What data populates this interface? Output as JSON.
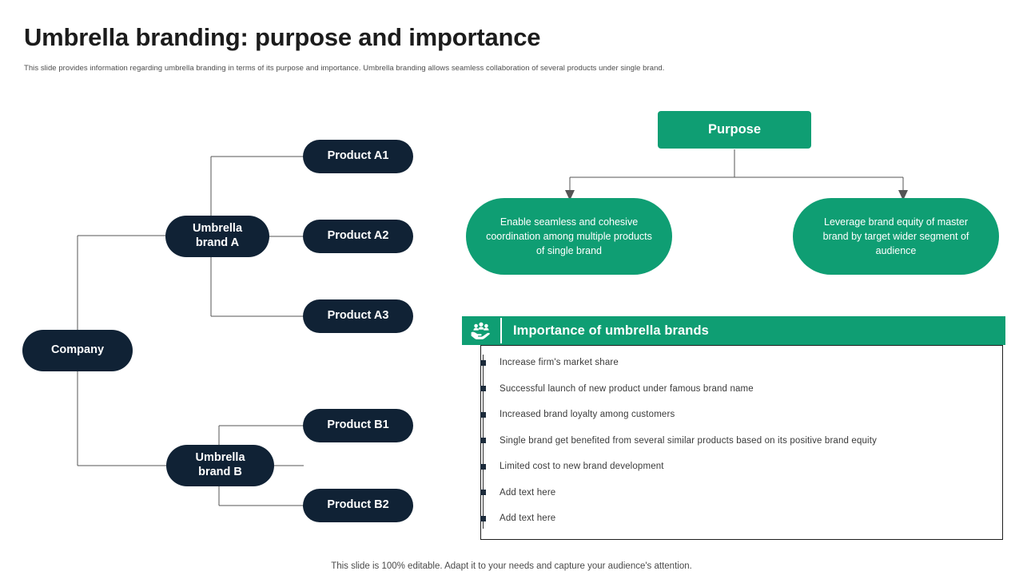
{
  "header": {
    "title": "Umbrella branding: purpose and importance",
    "subtitle": "This slide provides information regarding umbrella branding in terms of its purpose and importance. Umbrella  branding allows seamless collaboration of several products under single brand."
  },
  "colors": {
    "brand_green": "#0f9e73",
    "navy": "#102235",
    "connector": "#555555",
    "body_text": "#3a3a3a"
  },
  "tree": {
    "root": {
      "label": "Company"
    },
    "branches": [
      {
        "label": "Umbrella\nbrand A",
        "label_line1": "Umbrella",
        "label_line2": "brand A",
        "products": [
          {
            "label": "Product A1"
          },
          {
            "label": "Product A2"
          },
          {
            "label": "Product A3"
          }
        ]
      },
      {
        "label": "Umbrella\nbrand B",
        "label_line1": "Umbrella",
        "label_line2": "brand B",
        "products": [
          {
            "label": "Product B1"
          },
          {
            "label": "Product B2"
          }
        ]
      }
    ]
  },
  "purpose": {
    "heading": "Purpose",
    "items": [
      {
        "text": "Enable seamless and cohesive coordination among multiple products of single brand"
      },
      {
        "text": "Leverage brand equity of master brand by target wider segment of audience"
      }
    ]
  },
  "importance": {
    "icon": "hands-holding-people-icon",
    "title": "Importance of umbrella brands",
    "items": [
      {
        "text": "Increase firm's market share"
      },
      {
        "text": "Successful launch of new product under famous  brand name"
      },
      {
        "text": "Increased  brand loyalty among customers"
      },
      {
        "text": "Single brand  get benefited  from several  similar products  based on  its positive brand  equity"
      },
      {
        "text": "Limited cost to new  brand  development"
      },
      {
        "text": "Add text here"
      },
      {
        "text": "Add text here"
      }
    ]
  },
  "footer": {
    "note": "This slide is 100% editable. Adapt it to your needs and capture your audience's attention."
  }
}
